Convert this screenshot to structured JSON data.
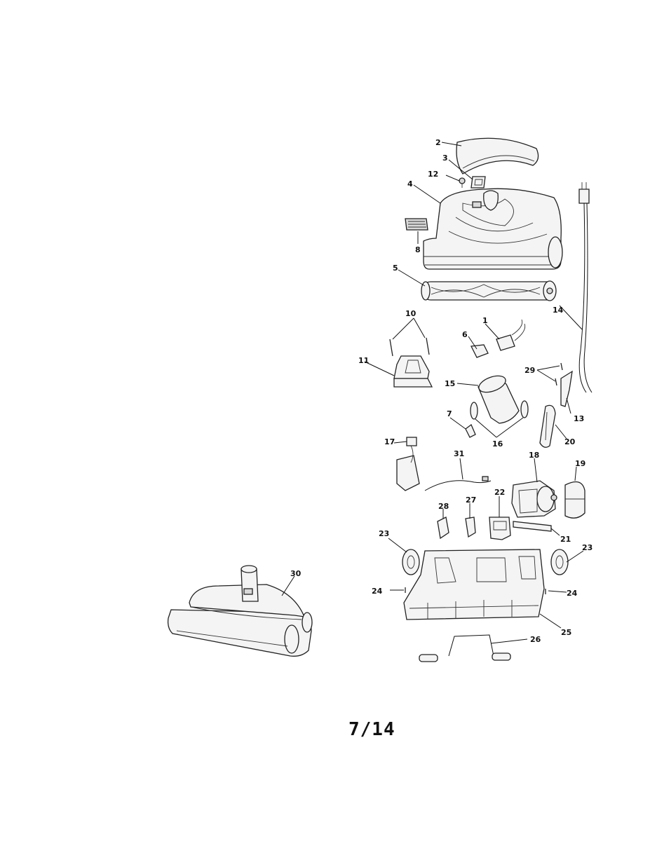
{
  "callouts": {
    "c1": "1",
    "c2": "2",
    "c3": "3",
    "c4": "4",
    "c5": "5",
    "c6": "6",
    "c7": "7",
    "c8": "8",
    "c10": "10",
    "c11": "11",
    "c12": "12",
    "c13": "13",
    "c14": "14",
    "c15": "15",
    "c16": "16",
    "c17": "17",
    "c18": "18",
    "c19": "19",
    "c20": "20",
    "c21": "21",
    "c22": "22",
    "c23a": "23",
    "c23b": "23",
    "c24a": "24",
    "c24b": "24",
    "c25": "25",
    "c26": "26",
    "c27": "27",
    "c28": "28",
    "c29": "29",
    "c30": "30",
    "c31": "31"
  },
  "page": {
    "number": "7/14"
  }
}
